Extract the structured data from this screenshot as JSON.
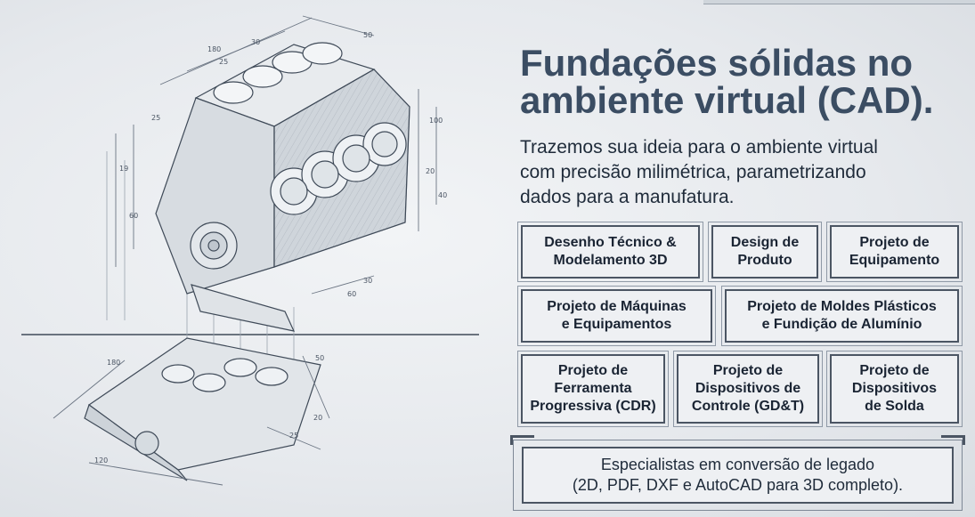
{
  "hero": {
    "headline": "Fundações sólidas no\nambiente virtual (CAD).",
    "subtitle": "Trazemos sua ideia para o ambiente virtual\ncom precisão milimétrica, parametrizando\ndados para a manufatura."
  },
  "services": [
    "Desenho Técnico &\nModelamento 3D",
    "Design de\nProduto",
    "Projeto de\nEquipamento",
    "Projeto de Máquinas\ne Equipamentos",
    "Projeto de Moldes Plásticos\ne Fundição de Alumínio",
    "Projeto de\nFerramenta\nProgressiva (CDR)",
    "Projeto de\nDispositivos de\nControle (GD&T)",
    "Projeto de\nDispositivos\nde Solda"
  ],
  "footer": {
    "note": "Especialistas em conversão de legado\n(2D, PDF, DXF e AutoCAD para 3D completo)."
  },
  "illustration": {
    "icon": "engine-block-blueprint-icon",
    "dimension_labels": [
      "180",
      "30",
      "25",
      "50",
      "100",
      "20",
      "40",
      "19",
      "60",
      "25",
      "60",
      "30",
      "50",
      "120",
      "180",
      "25",
      "20"
    ]
  },
  "colors": {
    "headline": "#3b4d63",
    "text": "#1f2b3a",
    "line": "#4b5563"
  }
}
